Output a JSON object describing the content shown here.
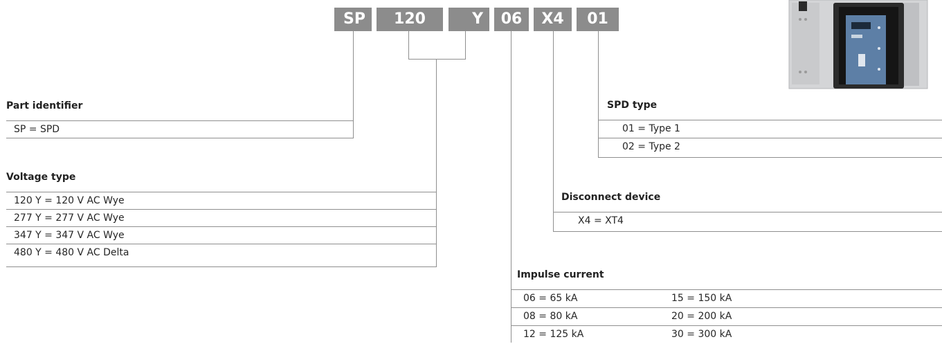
{
  "code": {
    "part": "SP",
    "voltage": "120",
    "wye": "Y",
    "current": "06",
    "device": "X4",
    "type": "01"
  },
  "sections": {
    "part_identifier": {
      "title": "Part identifier",
      "rows": [
        "SP  =  SPD"
      ]
    },
    "voltage_type": {
      "title": "Voltage type",
      "rows": [
        "120  Y  =  120 V AC Wye",
        "277  Y  =  277 V AC Wye",
        "347  Y  =  347 V AC Wye",
        "480  Y  =  480 V AC Delta"
      ]
    },
    "spd_type": {
      "title": "SPD type",
      "rows": [
        "01  =  Type 1",
        "02  =  Type 2"
      ]
    },
    "disconnect_device": {
      "title": "Disconnect device",
      "rows": [
        "X4  =  XT4"
      ]
    },
    "impulse_current": {
      "title": "Impulse current",
      "rows": [
        [
          "06  =  65 kA",
          "15  =  150 kA"
        ],
        [
          "08  =  80 kA",
          "20  =  200 kA"
        ],
        [
          "12  =  125 kA",
          "30  =  300 kA"
        ]
      ]
    }
  },
  "colors": {
    "box_fill": "#8c8c8c",
    "box_text": "#ffffff",
    "line": "#8f8f8f",
    "text": "#262626"
  },
  "product_image": "circuit-breaker-spd-photo"
}
